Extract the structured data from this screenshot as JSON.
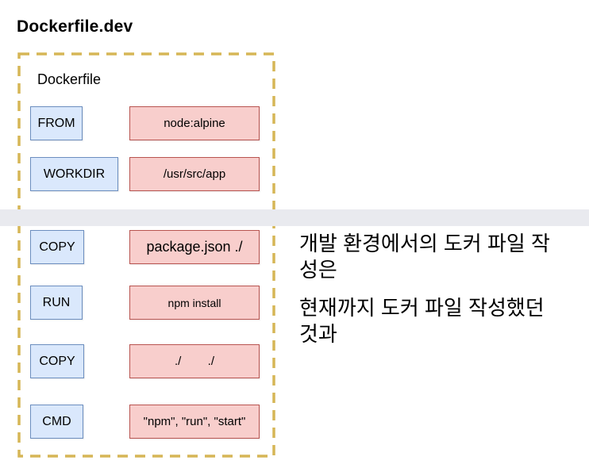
{
  "title": "Dockerfile.dev",
  "diagram": {
    "label": "Dockerfile",
    "rows": [
      {
        "command": "FROM",
        "argument": "node:alpine"
      },
      {
        "command": "WORKDIR",
        "argument": "/usr/src/app"
      },
      {
        "command": "COPY",
        "argument": "package.json ./"
      },
      {
        "command": "RUN",
        "argument": "npm install"
      },
      {
        "command": "COPY",
        "argument": "./        ./"
      },
      {
        "command": "CMD",
        "argument": "\"npm\", \"run\", \"start\""
      }
    ]
  },
  "annotation": {
    "paragraphs": [
      {
        "lines": [
          "개발 환경에서의 도커 파일 작",
          "성은"
        ]
      },
      {
        "lines": [
          "현재까지 도커 파일 작성했던",
          "것과"
        ]
      }
    ]
  },
  "colors": {
    "command_fill": "#dae8fc",
    "command_stroke": "#6c8ebf",
    "argument_fill": "#f8cecc",
    "argument_stroke": "#b85450",
    "dashed_border": "#d6b656",
    "divider_band": "#e9eaef"
  }
}
